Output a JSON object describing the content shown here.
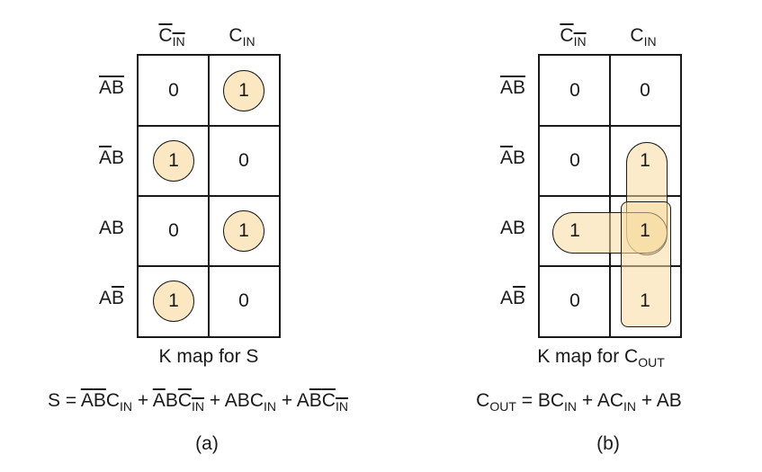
{
  "panel_a": {
    "col_headers": [
      {
        "main": "C",
        "sub": "IN",
        "bar": true
      },
      {
        "main": "C",
        "sub": "IN",
        "bar": false
      }
    ],
    "rows": [
      {
        "label": [
          {
            "t": "A",
            "bar": true
          },
          {
            "t": "B",
            "bar": true
          }
        ],
        "cells": [
          "0",
          "1"
        ],
        "circled": [
          false,
          true
        ]
      },
      {
        "label": [
          {
            "t": "A",
            "bar": true
          },
          {
            "t": "B",
            "bar": false
          }
        ],
        "cells": [
          "1",
          "0"
        ],
        "circled": [
          true,
          false
        ]
      },
      {
        "label": [
          {
            "t": "A",
            "bar": false
          },
          {
            "t": "B",
            "bar": false
          }
        ],
        "cells": [
          "0",
          "1"
        ],
        "circled": [
          false,
          true
        ]
      },
      {
        "label": [
          {
            "t": "A",
            "bar": false
          },
          {
            "t": "B",
            "bar": true
          }
        ],
        "cells": [
          "1",
          "0"
        ],
        "circled": [
          true,
          false
        ]
      }
    ],
    "caption": "K map for S",
    "equation": {
      "lhs": "S",
      "terms": [
        [
          {
            "t": "A",
            "bar": true
          },
          {
            "t": "B",
            "bar": true
          },
          {
            "t": "C",
            "sub": "IN",
            "bar": false
          }
        ],
        [
          {
            "t": "A",
            "bar": true
          },
          {
            "t": "B",
            "bar": false
          },
          {
            "t": "C",
            "sub": "IN",
            "bar": true
          }
        ],
        [
          {
            "t": "A",
            "bar": false
          },
          {
            "t": "B",
            "bar": false
          },
          {
            "t": "C",
            "sub": "IN",
            "bar": false
          }
        ],
        [
          {
            "t": "A",
            "bar": false
          },
          {
            "t": "B",
            "bar": true
          },
          {
            "t": "C",
            "sub": "IN",
            "bar": true
          }
        ]
      ]
    },
    "label": "(a)"
  },
  "panel_b": {
    "col_headers": [
      {
        "main": "C",
        "sub": "IN",
        "bar": true
      },
      {
        "main": "C",
        "sub": "IN",
        "bar": false
      }
    ],
    "rows": [
      {
        "label": [
          {
            "t": "A",
            "bar": true
          },
          {
            "t": "B",
            "bar": true
          }
        ],
        "cells": [
          "0",
          "0"
        ]
      },
      {
        "label": [
          {
            "t": "A",
            "bar": true
          },
          {
            "t": "B",
            "bar": false
          }
        ],
        "cells": [
          "0",
          "1"
        ]
      },
      {
        "label": [
          {
            "t": "A",
            "bar": false
          },
          {
            "t": "B",
            "bar": false
          }
        ],
        "cells": [
          "1",
          "1"
        ]
      },
      {
        "label": [
          {
            "t": "A",
            "bar": false
          },
          {
            "t": "B",
            "bar": true
          }
        ],
        "cells": [
          "0",
          "1"
        ]
      }
    ],
    "caption_main": "K map for C",
    "caption_sub": "OUT",
    "equation": {
      "lhs_main": "C",
      "lhs_sub": "OUT",
      "terms": [
        [
          {
            "t": "B"
          },
          {
            "t": "C",
            "sub": "IN"
          }
        ],
        [
          {
            "t": "A"
          },
          {
            "t": "C",
            "sub": "IN"
          }
        ],
        [
          {
            "t": "A"
          },
          {
            "t": "B"
          }
        ]
      ]
    },
    "label": "(b)"
  },
  "colors": {
    "fill": "#fbe7c2",
    "loop_fill": "#f7daa0",
    "line": "#1a1a1a"
  }
}
